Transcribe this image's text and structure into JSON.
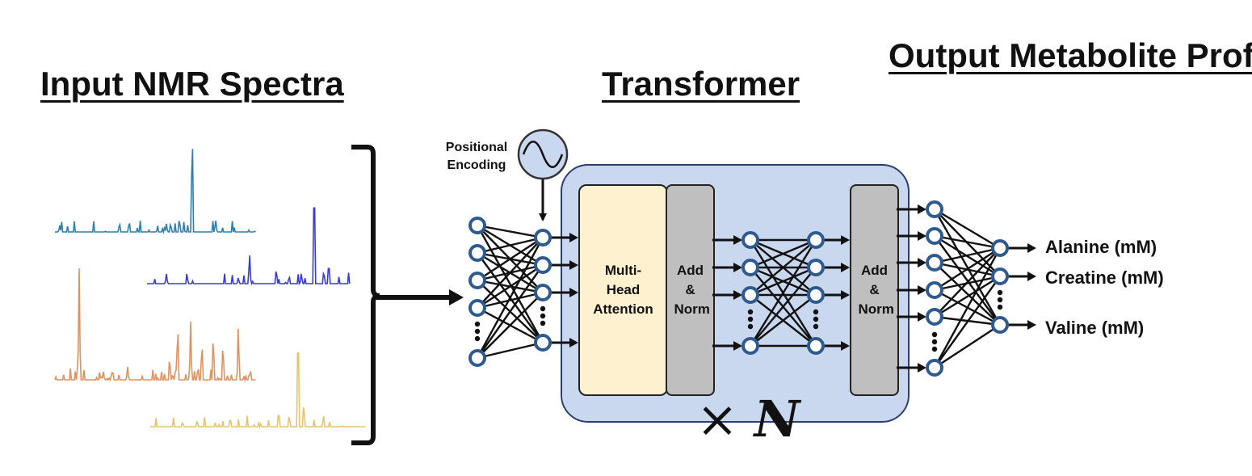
{
  "titles": {
    "input": "Input NMR Spectra",
    "transformer": "Transformer",
    "output": "Output Metabolite Profile"
  },
  "labels": {
    "positional_encoding": "Positional Encoding",
    "multi_head_attention": "Multi-Head Attention",
    "add_norm_1": "Add & Norm",
    "add_norm_2": "Add & Norm",
    "times_symbol": "×",
    "repeat_var": "N"
  },
  "outputs": {
    "alanine": "Alanine (mM)",
    "creatine": "Creatine (mM)",
    "valine": "Valine (mM)"
  },
  "colors": {
    "spectrum_1": "#2e7fae",
    "spectrum_2": "#3a3ad8",
    "spectrum_3": "#e0925c",
    "spectrum_4": "#e8c36a",
    "node_stroke": "#2f5a8f",
    "transformer_bg": "#c9d8ef",
    "attention_bg": "#fdf1cf",
    "norm_bg": "#bfbfbf"
  }
}
